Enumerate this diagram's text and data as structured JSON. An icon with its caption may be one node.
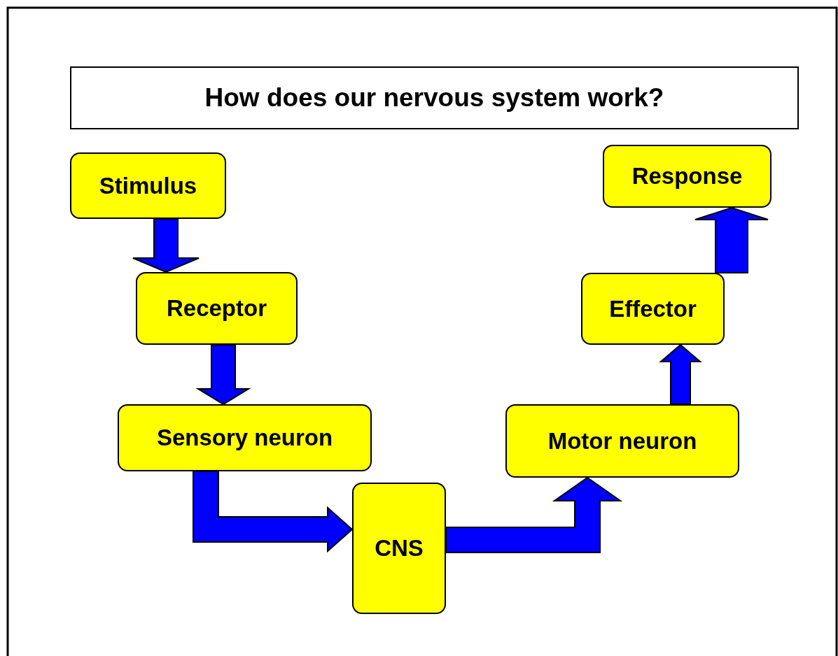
{
  "diagram": {
    "title": "How does our nervous system work?",
    "nodes": [
      {
        "text": [
          "Stimulus"
        ]
      },
      {
        "text": [
          "Receptor"
        ]
      },
      {
        "text": [
          "Sensory neuron"
        ]
      },
      {
        "text": [
          "CNS"
        ]
      },
      {
        "text": [
          "Motor neuron"
        ]
      },
      {
        "text": [
          "Effector"
        ]
      },
      {
        "text": [
          "Response"
        ]
      }
    ],
    "edges": [
      {
        "from": 0,
        "to": 1,
        "arrow": "to"
      },
      {
        "from": 1,
        "to": 2,
        "arrow": "to"
      },
      {
        "from": 2,
        "to": 3,
        "arrow": "to"
      },
      {
        "from": 3,
        "to": 4,
        "arrow": "to"
      },
      {
        "from": 4,
        "to": 5,
        "arrow": "to"
      },
      {
        "from": 5,
        "to": 6,
        "arrow": "to"
      }
    ]
  }
}
